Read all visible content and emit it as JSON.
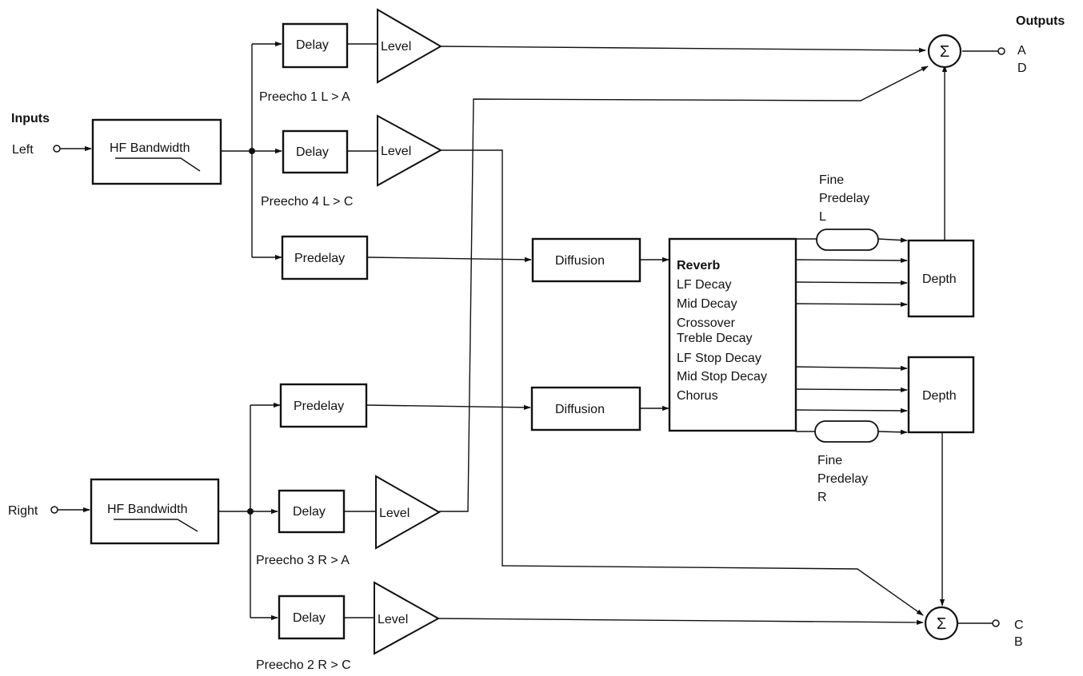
{
  "labels": {
    "inputs": "Inputs",
    "left": "Left",
    "right": "Right",
    "outputs": "Outputs",
    "hf_bandwidth": "HF Bandwidth",
    "delay": "Delay",
    "level": "Level",
    "predelay": "Predelay",
    "diffusion": "Diffusion",
    "depth": "Depth",
    "sigma": "Σ",
    "fine": "Fine",
    "fine_predelay": "Predelay",
    "fine_l": "L",
    "fine_r": "R",
    "out_a": "A",
    "out_d": "D",
    "out_c": "C",
    "out_b": "B"
  },
  "preechoes": {
    "p1": "Preecho 1 L > A",
    "p4": "Preecho 4 L > C",
    "p3": "Preecho 3 R > A",
    "p2": "Preecho 2 R > C"
  },
  "reverb": {
    "title": "Reverb",
    "params": [
      "LF Decay",
      "Mid Decay",
      "Crossover",
      "Treble Decay",
      "LF Stop Decay",
      "Mid Stop Decay",
      "Chorus"
    ]
  }
}
